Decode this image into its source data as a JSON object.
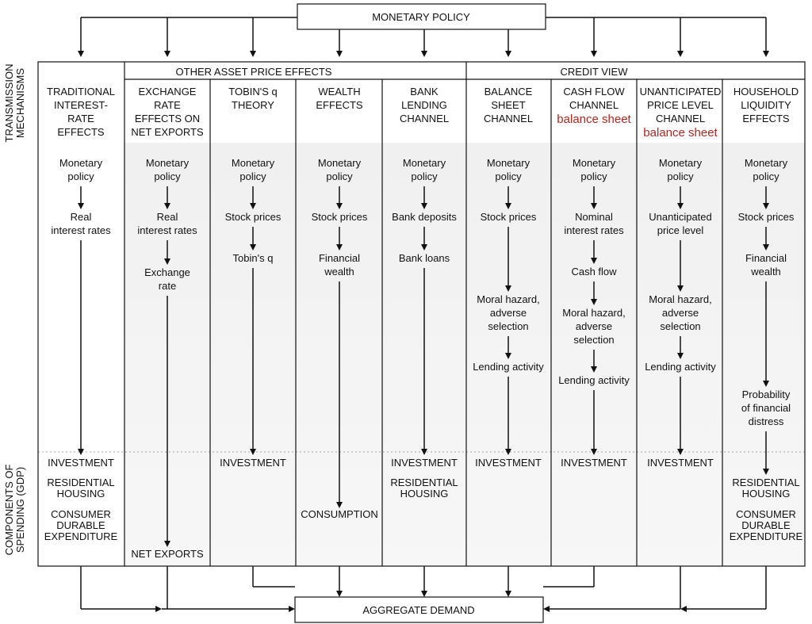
{
  "top_box": "MONETARY POLICY",
  "bottom_box": "AGGREGATE DEMAND",
  "side_labels": {
    "transmission": [
      "TRANSMISSION",
      "MECHANISMS"
    ],
    "components": [
      "COMPONENTS OF",
      "SPENDING (GDP)"
    ]
  },
  "group_headers": {
    "other_asset": "OTHER ASSET PRICE EFFECTS",
    "credit_view": "CREDIT VIEW"
  },
  "columns": [
    {
      "header": [
        "TRADITIONAL",
        "INTEREST-",
        "RATE",
        "EFFECTS"
      ],
      "steps": [
        [
          "Monetary",
          "policy"
        ],
        [
          "Real",
          "interest rates"
        ]
      ],
      "outputs": [
        [
          "INVESTMENT"
        ],
        [
          "RESIDENTIAL",
          "HOUSING"
        ],
        [
          "CONSUMER",
          "DURABLE",
          "EXPENDITURE"
        ]
      ]
    },
    {
      "header": [
        "EXCHANGE",
        "RATE",
        "EFFECTS ON",
        "NET EXPORTS"
      ],
      "steps": [
        [
          "Monetary",
          "policy"
        ],
        [
          "Real",
          "interest rates"
        ],
        [
          "Exchange",
          "rate"
        ]
      ],
      "outputs": [
        [
          "NET EXPORTS"
        ]
      ]
    },
    {
      "header": [
        "TOBIN'S q",
        "THEORY"
      ],
      "steps": [
        [
          "Monetary",
          "policy"
        ],
        [
          "Stock prices"
        ],
        [
          "Tobin's q"
        ]
      ],
      "outputs": [
        [
          "INVESTMENT"
        ]
      ]
    },
    {
      "header": [
        "WEALTH",
        "EFFECTS"
      ],
      "steps": [
        [
          "Monetary",
          "policy"
        ],
        [
          "Stock prices"
        ],
        [
          "Financial",
          "wealth"
        ]
      ],
      "outputs": [
        [
          "CONSUMPTION"
        ]
      ]
    },
    {
      "header": [
        "BANK",
        "LENDING",
        "CHANNEL"
      ],
      "steps": [
        [
          "Monetary",
          "policy"
        ],
        [
          "Bank deposits"
        ],
        [
          "Bank loans"
        ]
      ],
      "outputs": [
        [
          "INVESTMENT"
        ],
        [
          "RESIDENTIAL",
          "HOUSING"
        ]
      ]
    },
    {
      "header": [
        "BALANCE",
        "SHEET",
        "CHANNEL"
      ],
      "steps": [
        [
          "Monetary",
          "policy"
        ],
        [
          "Stock prices"
        ],
        [
          "Moral hazard,",
          "adverse",
          "selection"
        ],
        [
          "Lending activity"
        ]
      ],
      "outputs": [
        [
          "INVESTMENT"
        ]
      ]
    },
    {
      "header": [
        "CASH FLOW",
        "CHANNEL"
      ],
      "header_note": "balance sheet",
      "steps": [
        [
          "Monetary",
          "policy"
        ],
        [
          "Nominal",
          "interest rates"
        ],
        [
          "Cash flow"
        ],
        [
          "Moral hazard,",
          "adverse",
          "selection"
        ],
        [
          "Lending activity"
        ]
      ],
      "outputs": [
        [
          "INVESTMENT"
        ]
      ]
    },
    {
      "header": [
        "UNANTICIPATED",
        "PRICE LEVEL",
        "CHANNEL"
      ],
      "header_note": "balance sheet",
      "steps": [
        [
          "Monetary",
          "policy"
        ],
        [
          "Unanticipated",
          "price level"
        ],
        [
          "Moral hazard,",
          "adverse",
          "selection"
        ],
        [
          "Lending activity"
        ]
      ],
      "outputs": [
        [
          "INVESTMENT"
        ]
      ]
    },
    {
      "header": [
        "HOUSEHOLD",
        "LIQUIDITY",
        "EFFECTS"
      ],
      "steps": [
        [
          "Monetary",
          "policy"
        ],
        [
          "Stock prices"
        ],
        [
          "Financial",
          "wealth"
        ],
        [
          "Probability",
          "of financial",
          "distress"
        ]
      ],
      "outputs": [
        [
          "RESIDENTIAL",
          "HOUSING"
        ],
        [
          "CONSUMER",
          "DURABLE",
          "EXPENDITURE"
        ]
      ]
    }
  ],
  "colors": {
    "line": "#111111",
    "note_red": "#b3261e"
  }
}
